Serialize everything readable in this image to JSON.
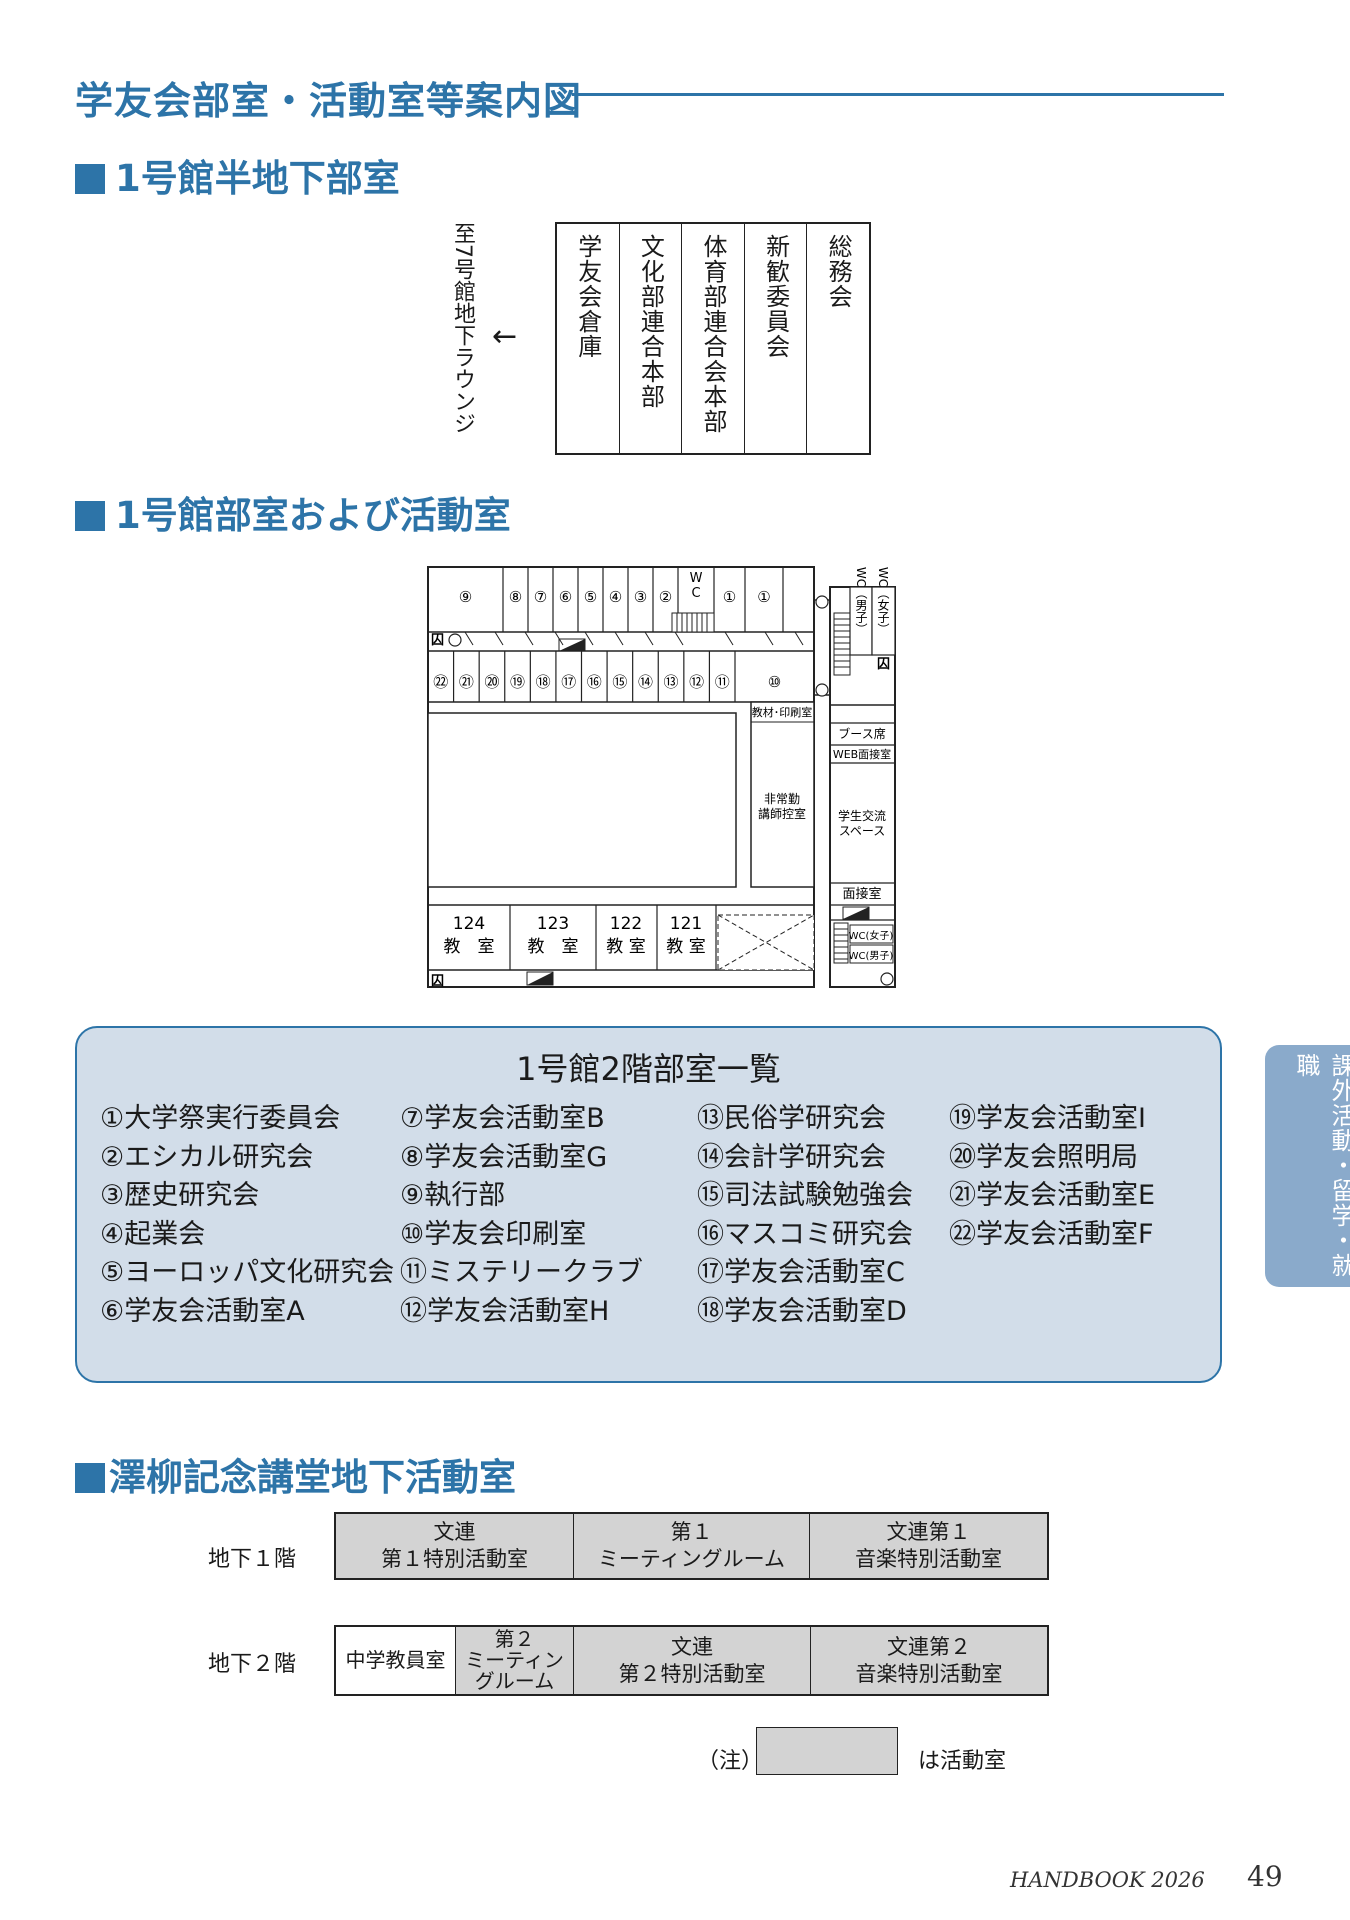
{
  "title": "学友会部室・活動室等案内図",
  "sections": {
    "basement": "1号館半地下部室",
    "building1": "1号館部室および活動室",
    "sawayanagi": "澤柳記念講堂地下活動室"
  },
  "basement": {
    "to_label": "至7号館地下ラウンジ",
    "arrow": "←",
    "rooms": [
      "学友会倉庫",
      "文化部連合本部",
      "体育部連合会本部",
      "新歓委員会",
      "総務会"
    ]
  },
  "floorplan": {
    "top_row": [
      "⑨",
      "⑧",
      "⑦",
      "⑥",
      "⑤",
      "④",
      "③",
      "②",
      "WC",
      "①",
      "①"
    ],
    "second_row": [
      "㉒",
      "㉑",
      "⑳",
      "⑲",
      "⑱",
      "⑰",
      "⑯",
      "⑮",
      "⑭",
      "⑬",
      "⑫",
      "⑪",
      "⑩"
    ],
    "wc_male": "WC（男子）",
    "wc_female": "WC（女子）",
    "exit_mark": "囚",
    "print_room": "教材･印刷室",
    "lecturer_room": [
      "非常勤",
      "講師控室"
    ],
    "booth": "ブース席",
    "web_interview": "WEB面接室",
    "student_space": [
      "学生交流",
      "スペース"
    ],
    "interview_room": "面接室",
    "wc_small_female": "WC(女子)",
    "wc_small_male": "WC(男子)",
    "classrooms": [
      {
        "num": "124",
        "label": "教　室"
      },
      {
        "num": "123",
        "label": "教　室"
      },
      {
        "num": "122",
        "label": "教 室"
      },
      {
        "num": "121",
        "label": "教 室"
      }
    ]
  },
  "room_list": {
    "title": "1号館2階部室一覧",
    "columns": [
      [
        "①大学祭実行委員会",
        "②エシカル研究会",
        "③歴史研究会",
        "④起業会",
        "⑤ヨーロッパ文化研究会",
        "⑥学友会活動室A"
      ],
      [
        "⑦学友会活動室B",
        "⑧学友会活動室G",
        "⑨執行部",
        "⑩学友会印刷室",
        "⑪ミステリークラブ",
        "⑫学友会活動室H"
      ],
      [
        "⑬民俗学研究会",
        "⑭会計学研究会",
        "⑮司法試験勉強会",
        "⑯マスコミ研究会",
        "⑰学友会活動室C",
        "⑱学友会活動室D"
      ],
      [
        "⑲学友会活動室I",
        "⑳学友会照明局",
        "㉑学友会活動室E",
        "㉒学友会活動室F"
      ]
    ]
  },
  "side_tab": "課外活動・留学・就職",
  "sawayanagi": {
    "b1": {
      "label": "地下１階",
      "rooms": [
        {
          "lines": [
            "文連",
            "第１特別活動室"
          ],
          "active": true
        },
        {
          "lines": [
            "第１",
            "ミーティングルーム"
          ],
          "active": true
        },
        {
          "lines": [
            "文連第１",
            "音楽特別活動室"
          ],
          "active": true
        }
      ]
    },
    "b2": {
      "label": "地下２階",
      "rooms": [
        {
          "lines": [
            "中学教員室"
          ],
          "active": false
        },
        {
          "lines": [
            "第２",
            "ミーティン",
            "グルーム"
          ],
          "active": true
        },
        {
          "lines": [
            "文連",
            "第２特別活動室"
          ],
          "active": true
        },
        {
          "lines": [
            "文連第２",
            "音楽特別活動室"
          ],
          "active": true
        }
      ]
    }
  },
  "note": {
    "label": "（注）",
    "desc": "は活動室"
  },
  "footer": {
    "handbook": "HANDBOOK 2026",
    "page": "49"
  }
}
